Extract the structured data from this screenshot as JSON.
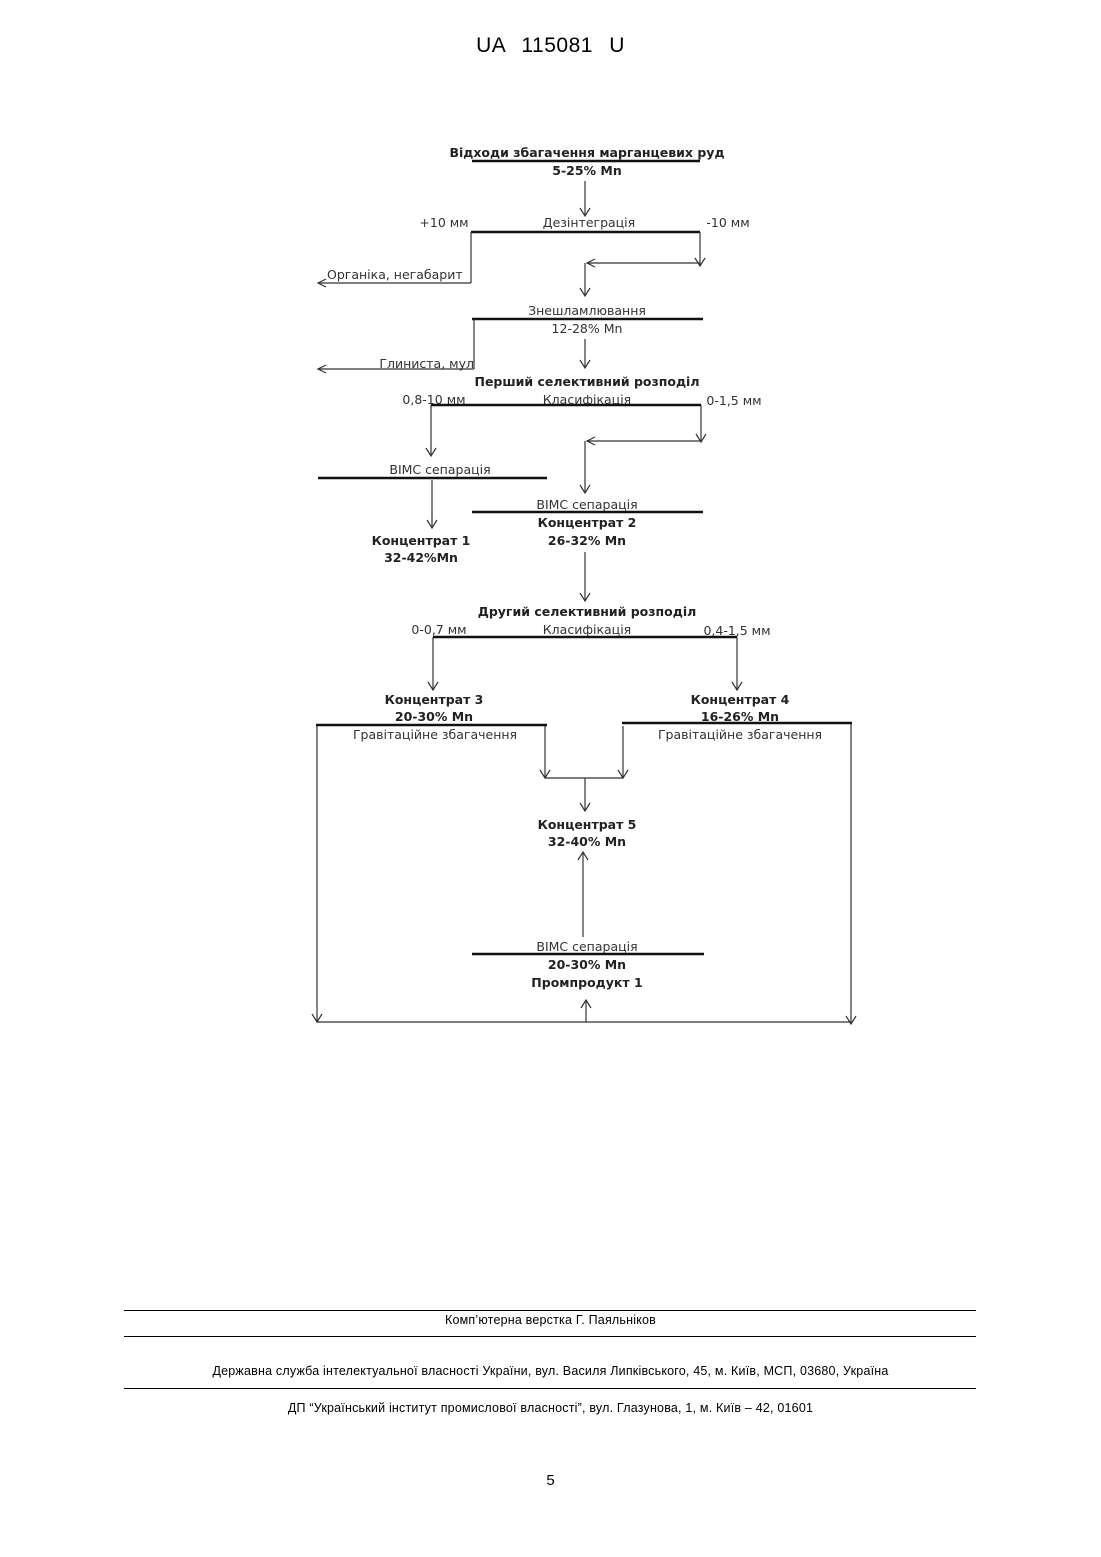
{
  "header": {
    "patent_no": "UA   115081   U"
  },
  "diagram": {
    "title": "Відходи збагачення марганцевих руд",
    "feed_grade": "5-25% Mn",
    "disintegration": {
      "label": "Дезінтеграція",
      "plus": "+10 мм",
      "minus": "-10 мм",
      "reject": "Органіка, негабарит"
    },
    "desliming": {
      "label": "Знешламлювання",
      "grade": "12-28% Mn",
      "reject": "Глиниста, мул"
    },
    "first_stage": {
      "title": "Перший селективний розподіл",
      "classification": "Класифікація",
      "coarse": "0,8-10 мм",
      "fine": "0-1,5 мм",
      "sep_left": "ВІМС сепарація",
      "sep_right": "ВІМС сепарація",
      "conc1_name": "Концентрат 1",
      "conc1_grade": "32-42%Mn",
      "conc2_name": "Концентрат 2",
      "conc2_grade": "26-32% Mn"
    },
    "second_stage": {
      "title": "Другий селективний розподіл",
      "classification": "Класифікація",
      "fine": "0-0,7 мм",
      "coarse": "0,4-1,5 мм",
      "conc3_name": "Концентрат 3",
      "conc3_grade": "20-30% Mn",
      "conc4_name": "Концентрат 4",
      "conc4_grade": "16-26% Mn",
      "grav_left": "Гравітаційне збагачення",
      "grav_right": "Гравітаційне збагачення",
      "conc5_name": "Концентрат 5",
      "conc5_grade": "32-40% Mn",
      "sep_final": "ВІМС сепарація",
      "mid_grade": "20-30% Mn",
      "mid_name": "Промпродукт 1"
    }
  },
  "footer": {
    "layout": "Комп’ютерна верстка Г. Паяльніков",
    "office": "Державна служба інтелектуальної власності України, вул. Василя Липківського, 45, м. Київ, МСП, 03680, Україна",
    "institute": "ДП “Український інститут промислової власності”, вул. Глазунова, 1, м. Київ – 42, 01601",
    "page": "5"
  }
}
